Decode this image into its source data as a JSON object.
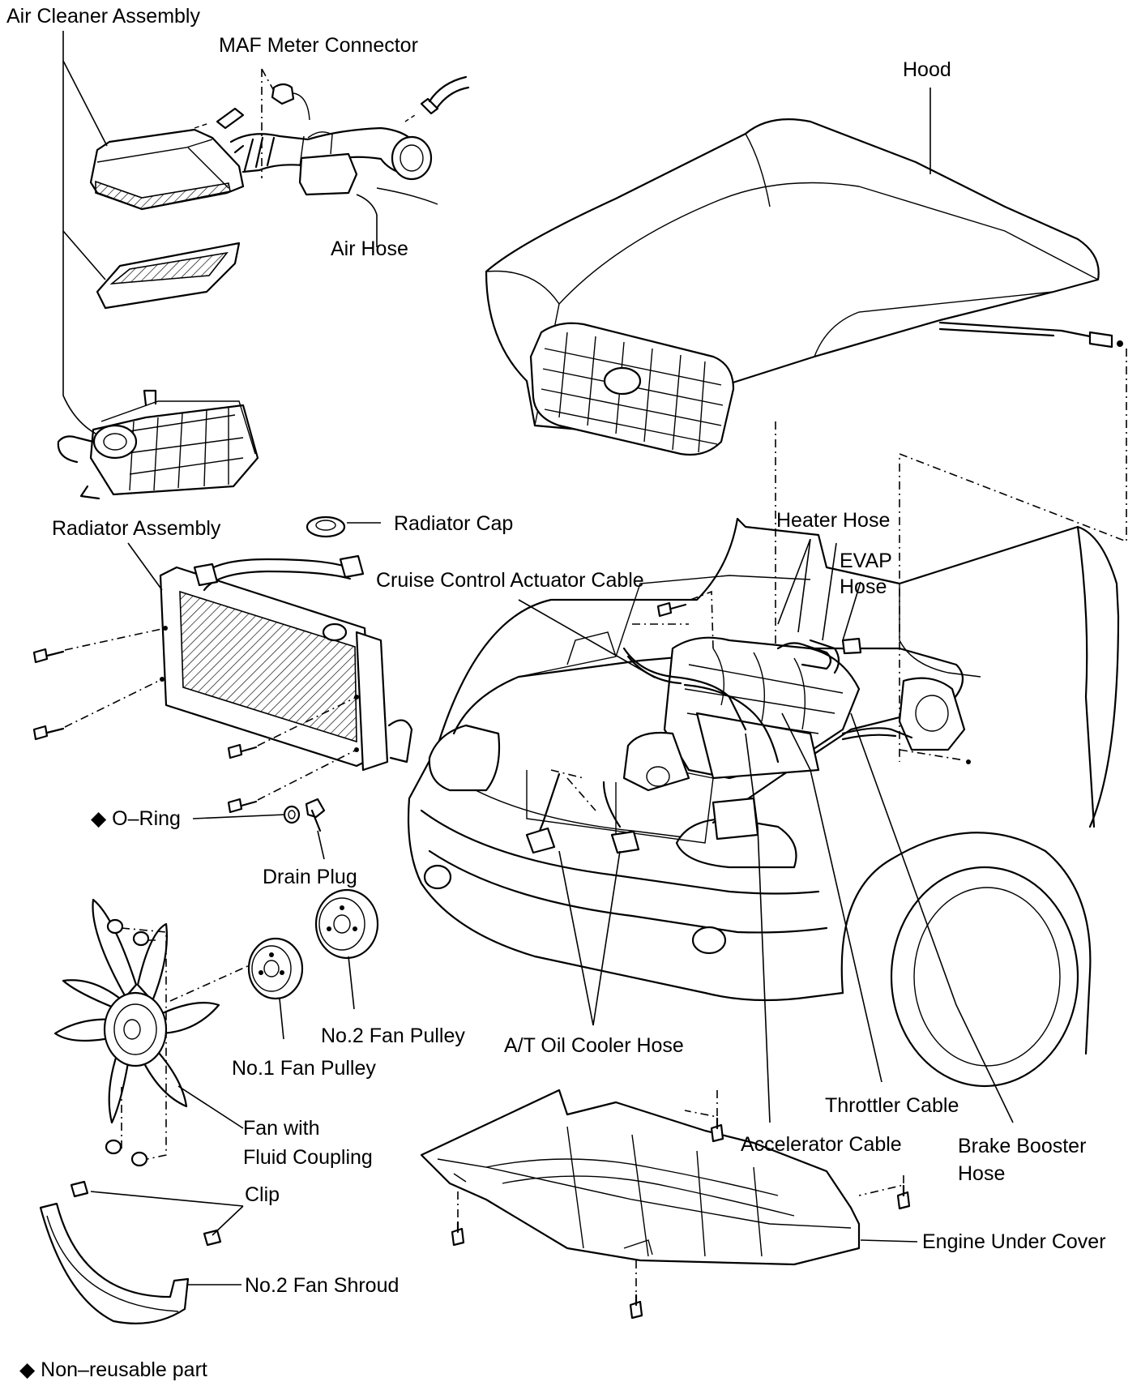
{
  "labels": {
    "air_cleaner_assembly": "Air Cleaner Assembly",
    "maf_meter_connector": "MAF Meter Connector",
    "hood": "Hood",
    "air_hose": "Air Hose",
    "radiator_assembly": "Radiator Assembly",
    "radiator_cap": "Radiator Cap",
    "heater_hose": "Heater Hose",
    "evap_hose_1": "EVAP",
    "evap_hose_2": "Hose",
    "cruise_control_actuator_cable": "Cruise Control Actuator Cable",
    "o_ring": "◆ O–Ring",
    "drain_plug": "Drain Plug",
    "no2_fan_pulley": "No.2 Fan Pulley",
    "at_oil_cooler_hose": "A/T Oil Cooler Hose",
    "no1_fan_pulley": "No.1 Fan Pulley",
    "throttler_cable": "Throttler Cable",
    "fan_with_fluid_coupling_1": "Fan with",
    "fan_with_fluid_coupling_2": "Fluid Coupling",
    "accelerator_cable": "Accelerator Cable",
    "brake_booster_hose_1": "Brake Booster",
    "brake_booster_hose_2": "Hose",
    "clip": "Clip",
    "engine_under_cover": "Engine Under Cover",
    "no2_fan_shroud": "No.2 Fan Shroud",
    "legend_non_reusable": "◆ Non–reusable part"
  }
}
